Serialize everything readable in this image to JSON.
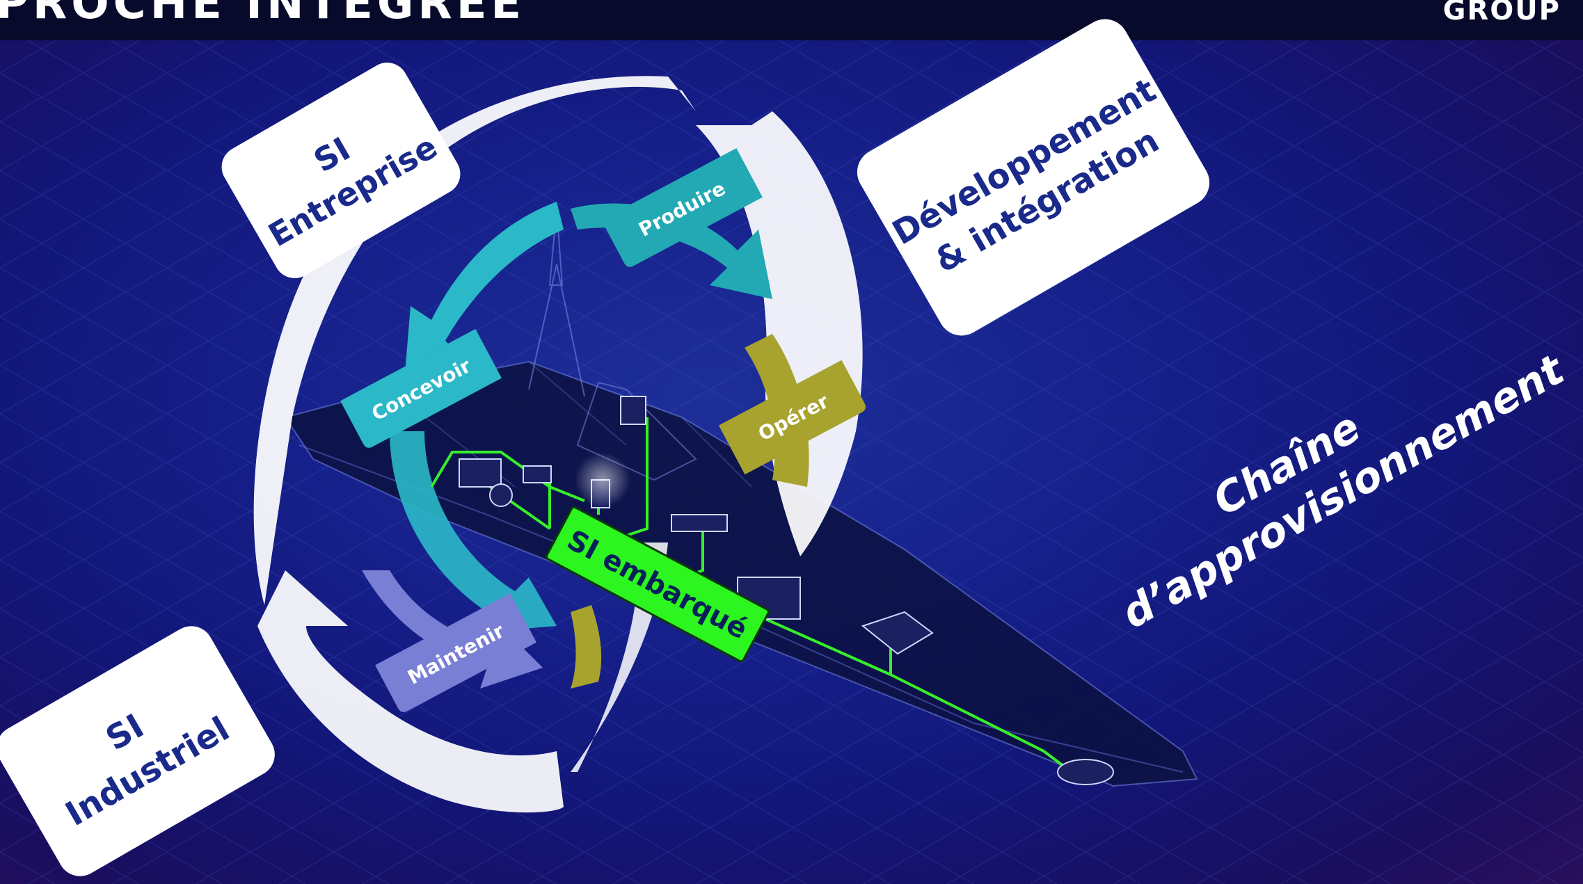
{
  "header": {
    "title": "PROCHE INTÉGRÉE",
    "brand": "GROUP"
  },
  "cards": {
    "si_entreprise": [
      "SI",
      "Entreprise"
    ],
    "dev_integration": [
      "Développement",
      "& intégration"
    ],
    "si_industriel": [
      "SI",
      "Industriel"
    ]
  },
  "cycle": {
    "produire": "Produire",
    "concevoir": "Concevoir",
    "operer": "Opérer",
    "maintenir": "Maintenir"
  },
  "center": {
    "si_embarque": "SI embarqué"
  },
  "supply_chain": [
    "Chaîne",
    "d’approvisionnement"
  ],
  "colors": {
    "card_bg": "#ffffff",
    "card_text": "#1a2a8a",
    "produire": "#22a9b4",
    "concevoir": "#2bb8c8",
    "operer": "#a8a22e",
    "maintenir": "#7a7fd6",
    "si_embarque": "#2df51f",
    "network_line": "#36f02a"
  }
}
